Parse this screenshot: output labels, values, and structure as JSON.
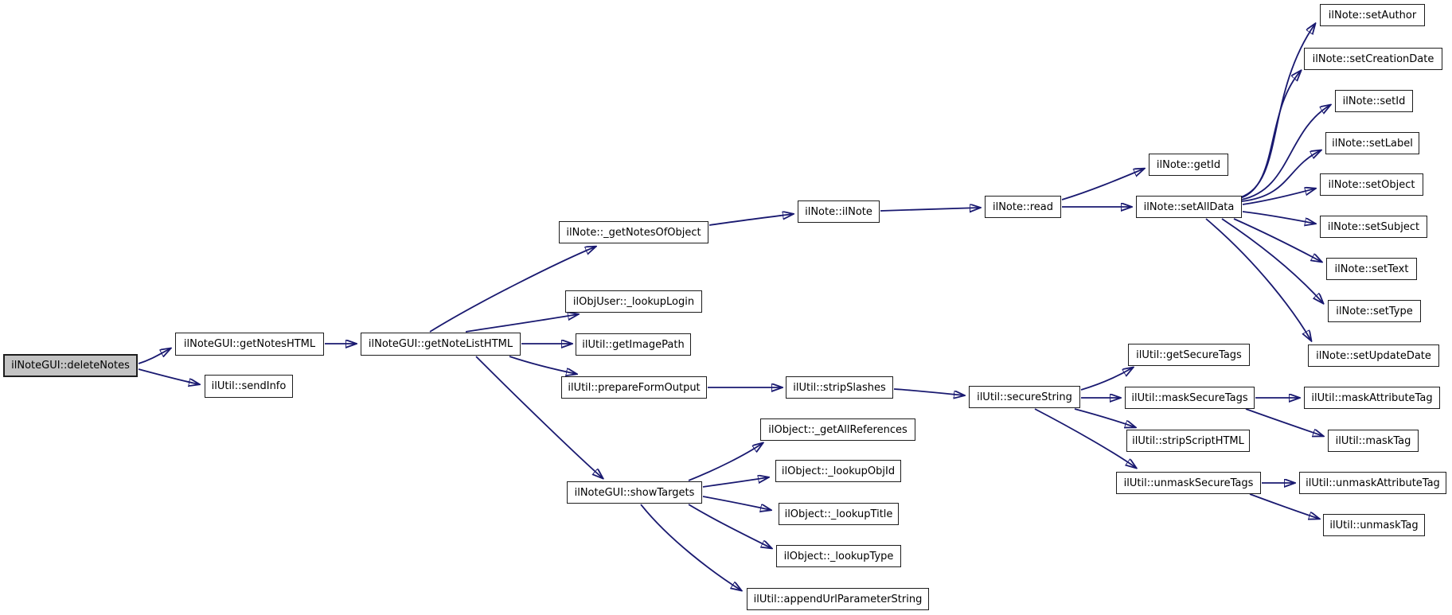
{
  "diagram": {
    "type": "call-graph",
    "root": "ilNoteGUI::deleteNotes",
    "colors": {
      "edge": "#191970",
      "node_fill": "#ffffff",
      "node_border": "#1d1d1d",
      "root_node_fill": "#c3c3c3",
      "background": "#ffffff",
      "text": "#000000"
    },
    "nodes": [
      {
        "id": "deleteNotes",
        "label": "ilNoteGUI::deleteNotes"
      },
      {
        "id": "getNotesHTML",
        "label": "ilNoteGUI::getNotesHTML"
      },
      {
        "id": "sendInfo",
        "label": "ilUtil::sendInfo"
      },
      {
        "id": "getNoteListHTML",
        "label": "ilNoteGUI::getNoteListHTML"
      },
      {
        "id": "getNotesOfObject",
        "label": "ilNote::_getNotesOfObject"
      },
      {
        "id": "lookupLogin",
        "label": "ilObjUser::_lookupLogin"
      },
      {
        "id": "getImagePath",
        "label": "ilUtil::getImagePath"
      },
      {
        "id": "prepareFormOutput",
        "label": "ilUtil::prepareFormOutput"
      },
      {
        "id": "showTargets",
        "label": "ilNoteGUI::showTargets"
      },
      {
        "id": "ilNote",
        "label": "ilNote::ilNote"
      },
      {
        "id": "read",
        "label": "ilNote::read"
      },
      {
        "id": "getId",
        "label": "ilNote::getId"
      },
      {
        "id": "setAllData",
        "label": "ilNote::setAllData"
      },
      {
        "id": "setAuthor",
        "label": "ilNote::setAuthor"
      },
      {
        "id": "setCreationDate",
        "label": "ilNote::setCreationDate"
      },
      {
        "id": "setId",
        "label": "ilNote::setId"
      },
      {
        "id": "setLabel",
        "label": "ilNote::setLabel"
      },
      {
        "id": "setObject",
        "label": "ilNote::setObject"
      },
      {
        "id": "setSubject",
        "label": "ilNote::setSubject"
      },
      {
        "id": "setText",
        "label": "ilNote::setText"
      },
      {
        "id": "setType",
        "label": "ilNote::setType"
      },
      {
        "id": "setUpdateDate",
        "label": "ilNote::setUpdateDate"
      },
      {
        "id": "getSecureTags",
        "label": "ilUtil::getSecureTags"
      },
      {
        "id": "maskSecureTags",
        "label": "ilUtil::maskSecureTags"
      },
      {
        "id": "maskAttributeTag",
        "label": "ilUtil::maskAttributeTag"
      },
      {
        "id": "stripScriptHTML",
        "label": "ilUtil::stripScriptHTML"
      },
      {
        "id": "maskTag",
        "label": "ilUtil::maskTag"
      },
      {
        "id": "unmaskSecureTags",
        "label": "ilUtil::unmaskSecureTags"
      },
      {
        "id": "unmaskAttributeTag",
        "label": "ilUtil::unmaskAttributeTag"
      },
      {
        "id": "unmaskTag",
        "label": "ilUtil::unmaskTag"
      },
      {
        "id": "stripSlashes",
        "label": "ilUtil::stripSlashes"
      },
      {
        "id": "secureString",
        "label": "ilUtil::secureString"
      },
      {
        "id": "getAllReferences",
        "label": "ilObject::_getAllReferences"
      },
      {
        "id": "lookupObjId",
        "label": "ilObject::_lookupObjId"
      },
      {
        "id": "lookupTitle",
        "label": "ilObject::_lookupTitle"
      },
      {
        "id": "lookupType",
        "label": "ilObject::_lookupType"
      },
      {
        "id": "appendUrlParameterString",
        "label": "ilUtil::appendUrlParameterString"
      }
    ],
    "edges": [
      {
        "from": "deleteNotes",
        "to": "getNotesHTML"
      },
      {
        "from": "deleteNotes",
        "to": "sendInfo"
      },
      {
        "from": "getNotesHTML",
        "to": "getNoteListHTML"
      },
      {
        "from": "getNoteListHTML",
        "to": "getNotesOfObject"
      },
      {
        "from": "getNoteListHTML",
        "to": "lookupLogin"
      },
      {
        "from": "getNoteListHTML",
        "to": "getImagePath"
      },
      {
        "from": "getNoteListHTML",
        "to": "prepareFormOutput"
      },
      {
        "from": "getNoteListHTML",
        "to": "showTargets"
      },
      {
        "from": "getNotesOfObject",
        "to": "ilNote"
      },
      {
        "from": "ilNote",
        "to": "read"
      },
      {
        "from": "read",
        "to": "getId"
      },
      {
        "from": "read",
        "to": "setAllData"
      },
      {
        "from": "setAllData",
        "to": "setAuthor"
      },
      {
        "from": "setAllData",
        "to": "setCreationDate"
      },
      {
        "from": "setAllData",
        "to": "setId"
      },
      {
        "from": "setAllData",
        "to": "setLabel"
      },
      {
        "from": "setAllData",
        "to": "setObject"
      },
      {
        "from": "setAllData",
        "to": "setSubject"
      },
      {
        "from": "setAllData",
        "to": "setText"
      },
      {
        "from": "setAllData",
        "to": "setType"
      },
      {
        "from": "setAllData",
        "to": "setUpdateDate"
      },
      {
        "from": "prepareFormOutput",
        "to": "stripSlashes"
      },
      {
        "from": "stripSlashes",
        "to": "secureString"
      },
      {
        "from": "secureString",
        "to": "getSecureTags"
      },
      {
        "from": "secureString",
        "to": "maskSecureTags"
      },
      {
        "from": "secureString",
        "to": "stripScriptHTML"
      },
      {
        "from": "secureString",
        "to": "unmaskSecureTags"
      },
      {
        "from": "maskSecureTags",
        "to": "maskAttributeTag"
      },
      {
        "from": "maskSecureTags",
        "to": "maskTag"
      },
      {
        "from": "unmaskSecureTags",
        "to": "unmaskAttributeTag"
      },
      {
        "from": "unmaskSecureTags",
        "to": "unmaskTag"
      },
      {
        "from": "showTargets",
        "to": "getAllReferences"
      },
      {
        "from": "showTargets",
        "to": "lookupObjId"
      },
      {
        "from": "showTargets",
        "to": "lookupTitle"
      },
      {
        "from": "showTargets",
        "to": "lookupType"
      },
      {
        "from": "showTargets",
        "to": "appendUrlParameterString"
      }
    ]
  }
}
